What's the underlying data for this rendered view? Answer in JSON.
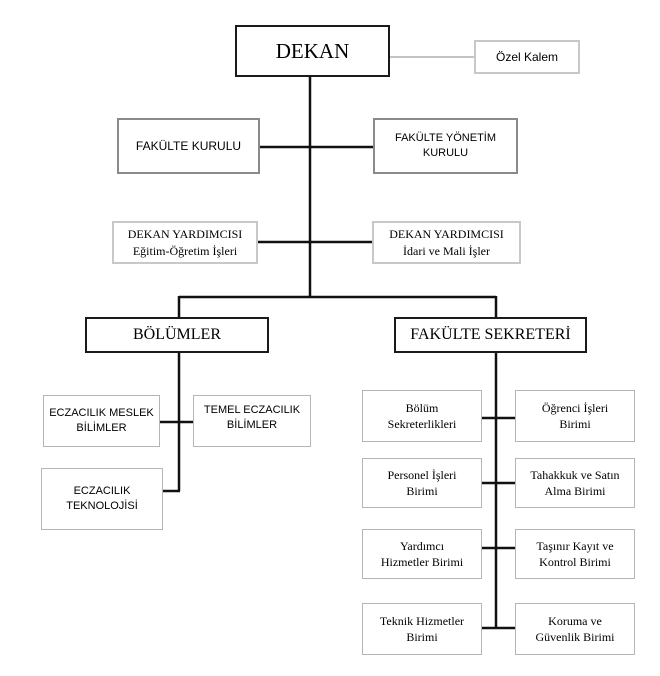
{
  "nodes": {
    "dekan": "DEKAN",
    "ozel_kalem": "Özel Kalem",
    "fakulte_kurulu": "FAKÜLTE KURULU",
    "fakulte_yonetim_kurulu": [
      "FAKÜLTE YÖNETİM",
      "KURULU"
    ],
    "dekan_yardimcisi_egitim": [
      "DEKAN YARDIMCISI",
      "Eğitim-Öğretim İşleri"
    ],
    "dekan_yardimcisi_idari": [
      "DEKAN YARDIMCISI",
      "İdari ve Mali İşler"
    ],
    "bolumler": "BÖLÜMLER",
    "fakulte_sekreteri": "FAKÜLTE SEKRETERİ",
    "eczacilik_meslek_bilimler": [
      "ECZACILIK MESLEK",
      "BİLİMLER"
    ],
    "temel_eczacilik_bilimler": [
      "TEMEL ECZACILIK",
      "BİLİMLER"
    ],
    "eczacilik_teknolojisi": [
      "ECZACILIK",
      "TEKNOLOJİSİ"
    ],
    "bolum_sekreterlikleri": [
      "Bölüm",
      "Sekreterlikleri"
    ],
    "ogrenci_isleri": [
      "Öğrenci İşleri",
      "Birimi"
    ],
    "personel_isleri": [
      "Personel İşleri",
      "Birimi"
    ],
    "tahakkuk_satin_alma": [
      "Tahakkuk ve Satın",
      "Alma Birimi"
    ],
    "yardimci_hizmetler": [
      "Yardımcı",
      "Hizmetler Birimi"
    ],
    "tasinir_kayit": [
      "Taşınır Kayıt ve",
      "Kontrol Birimi"
    ],
    "teknik_hizmetler": [
      "Teknik Hizmetler",
      "Birimi"
    ],
    "koruma_guvenlik": [
      "Koruma ve",
      "Güvenlik Birimi"
    ]
  },
  "colors": {
    "line": "#111111",
    "strong_border": "#1a1a1a",
    "gray_border": "#8a8a8a",
    "light_border": "#b5b5b5"
  }
}
